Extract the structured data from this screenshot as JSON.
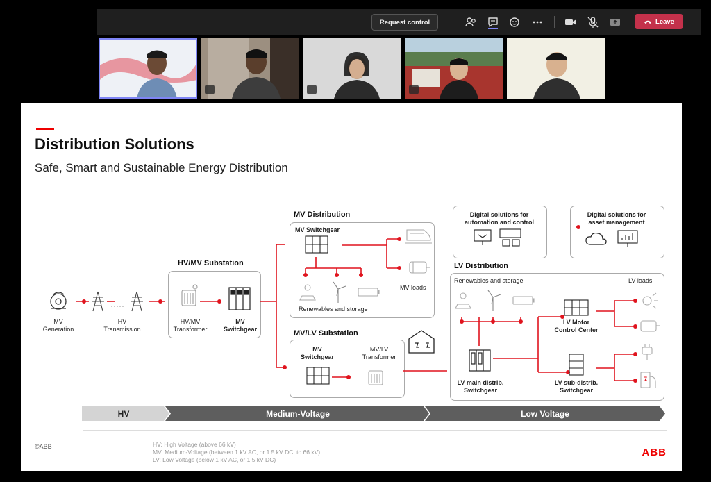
{
  "meeting": {
    "request_control": "Request control",
    "leave": "Leave",
    "icons": [
      "people-icon",
      "chat-icon",
      "reactions-icon",
      "more-icon",
      "camera-icon",
      "mic-off-icon",
      "share-icon",
      "phone-icon"
    ],
    "accent": "#c4314b"
  },
  "slide": {
    "title": "Distribution Solutions",
    "subtitle": "Safe, Smart and Sustainable Energy Distribution",
    "mv_generation": "MV\nGeneration",
    "hv_transmission": "HV\nTransmission",
    "hvmv_substation": "HV/MV Substation",
    "hvmv_transformer": "HV/MV\nTransformer",
    "mv_switchgear_a": "MV\nSwitchgear",
    "mv_distribution": "MV Distribution",
    "mv_switchgear_b": "MV Switchgear",
    "mv_loads": "MV loads",
    "renewables_mv": "Renewables and storage",
    "mvlv_substation": "MV/LV Substation",
    "mv_switchgear_c": "MV\nSwitchgear",
    "mvlv_transformer": "MV/LV\nTransformer",
    "digital_automation": "Digital solutions for\nautomation and control",
    "digital_asset": "Digital solutions for\nasset management",
    "lv_distribution": "LV Distribution",
    "renewables_lv": "Renewables and storage",
    "lv_loads": "LV loads",
    "lv_motor": "LV Motor\nControl Center",
    "lv_main": "LV main distrib.\nSwitchgear",
    "lv_sub": "LV sub-distrib.\nSwitchgear",
    "band_hv": "HV",
    "band_mv": "Medium-Voltage",
    "band_lv": "Low Voltage",
    "copyright": "©ABB",
    "footnote_hv": "HV: High Voltage (above 66 kV)",
    "footnote_mv": "MV: Medium-Voltage (between 1 kV AC, or 1.5 kV DC, to 66 kV)",
    "footnote_lv": "LV: Low Voltage (below 1 kV AC, or 1.5 kV DC)",
    "logo": "ABB",
    "brand_red": "#e0141e"
  }
}
